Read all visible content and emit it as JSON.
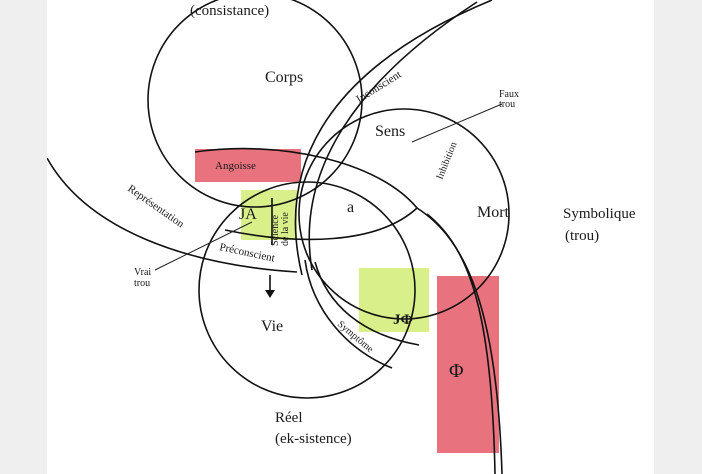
{
  "labels": {
    "consistance": "(consistance)",
    "corps": "Corps",
    "inconscient": "Inconscient",
    "faux_trou": "Faux\ntrou",
    "sens": "Sens",
    "inhibition": "Inhibition",
    "angoisse": "Angoisse",
    "representation": "Représentation",
    "ja": "JA",
    "science": "Science\nde la vie",
    "a": "a",
    "mort": "Mort",
    "symbolique": "Symbolique",
    "trou": "(trou)",
    "preconscient": "Préconscient",
    "vrai_trou": "Vrai\ntrou",
    "vie": "Vie",
    "jphi": "JΦ",
    "symptome": "Symptôme",
    "phi": "Φ",
    "reel": "Réel",
    "ek_sistence": "(ek-sistence)"
  },
  "colors": {
    "red_box": "#e8737e",
    "green_box": "#d9f08a"
  }
}
